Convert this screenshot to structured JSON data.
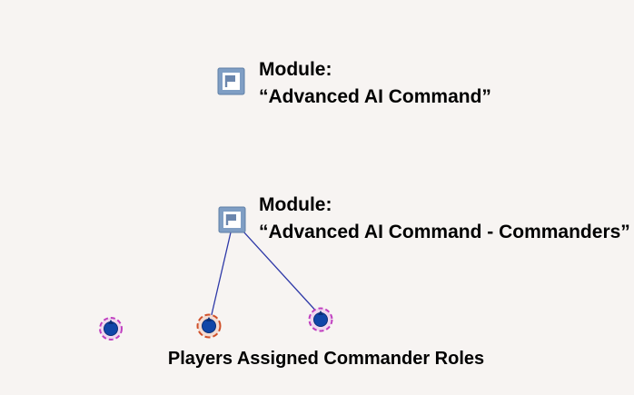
{
  "modules": [
    {
      "title": "Module:",
      "name": "“Advanced AI Command”",
      "icon": "module-flag-icon"
    },
    {
      "title": "Module:",
      "name": "“Advanced AI Command - Commanders”",
      "icon": "module-flag-icon"
    }
  ],
  "units": [
    {
      "icon": "player-unit-icon",
      "ring_color": "#c040c0",
      "linked": false
    },
    {
      "icon": "player-unit-icon",
      "ring_color": "#d0502a",
      "linked": true
    },
    {
      "icon": "player-unit-icon",
      "ring_color": "#c040c0",
      "linked": true
    }
  ],
  "caption": "Players Assigned Commander Roles",
  "colors": {
    "background": "#f7f4f2",
    "module_icon_fill": "#7f9ec4",
    "unit_core": "#1046a8",
    "sync_line": "#2f3aa8"
  }
}
